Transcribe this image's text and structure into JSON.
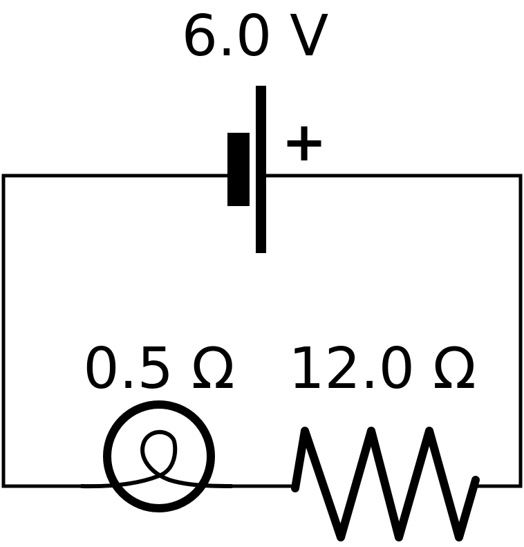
{
  "diagram": {
    "battery": {
      "voltage_label": "6.0 V",
      "polarity_label": "+"
    },
    "bulb": {
      "resistance_label": "0.5 Ω"
    },
    "resistor": {
      "resistance_label": "12.0 Ω"
    },
    "colors": {
      "ink": "#000000",
      "background": "#ffffff"
    }
  }
}
